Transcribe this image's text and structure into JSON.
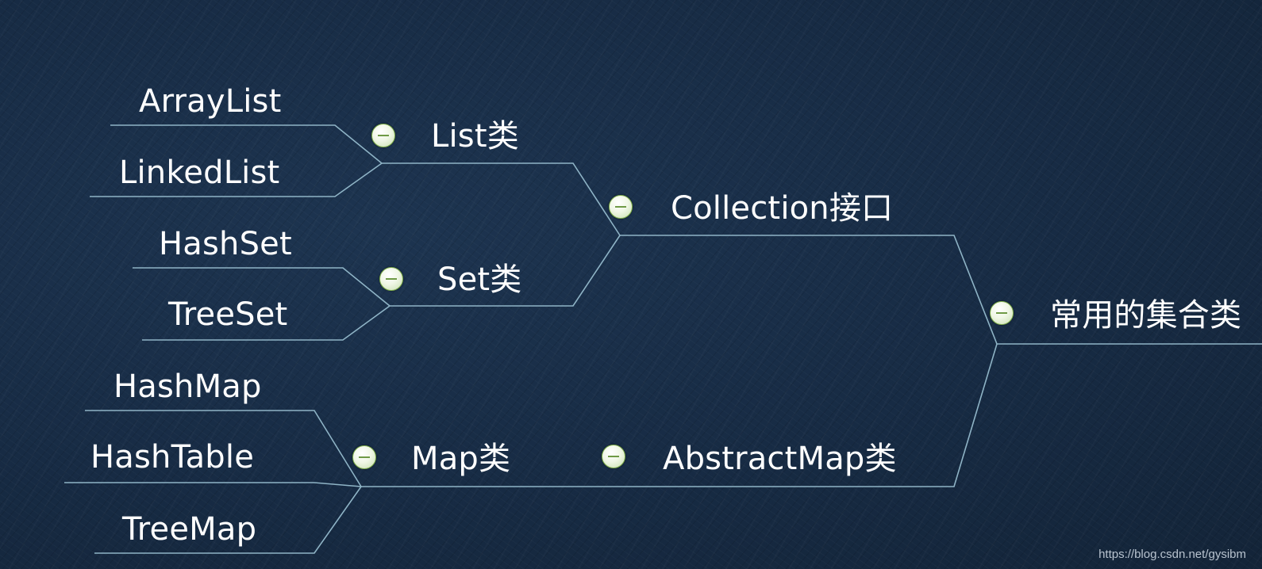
{
  "nodes": {
    "root": "常用的集合类",
    "collection": "Collection接口",
    "abstract_map": "AbstractMap类",
    "list": "List类",
    "set": "Set类",
    "map": "Map类",
    "array_list": "ArrayList",
    "linked_list": "LinkedList",
    "hash_set": "HashSet",
    "tree_set": "TreeSet",
    "hash_map": "HashMap",
    "hash_table": "HashTable",
    "tree_map": "TreeMap"
  },
  "toggle_icon": "minus-circle-icon",
  "colors": {
    "line": "#8fb4c6",
    "text": "#ffffff",
    "toggle_border": "#7fae4a"
  },
  "watermark": "https://blog.csdn.net/gysibm"
}
